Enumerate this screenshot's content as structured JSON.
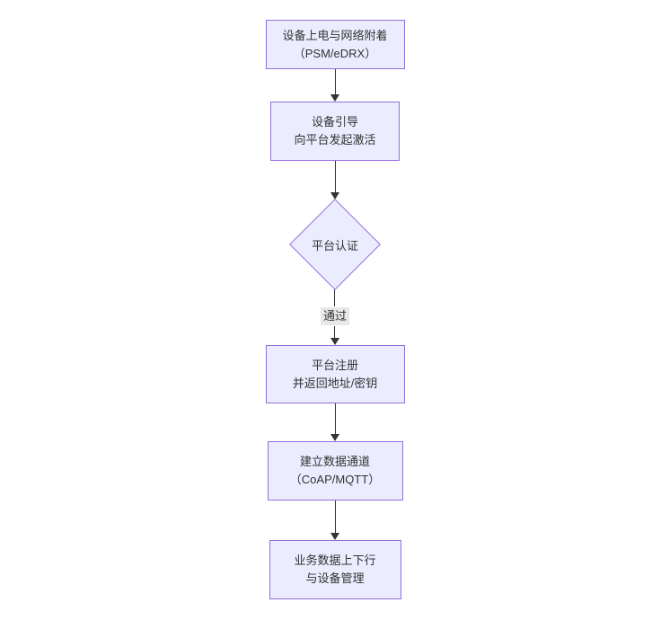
{
  "diagram": {
    "type": "flowchart",
    "direction": "top-down",
    "colors": {
      "background": "#ffffff",
      "node_fill": "#ECECFF",
      "node_border": "#9370DB",
      "text": "#333333",
      "arrow": "#333333",
      "edge_label_bg": "#e8e8e8"
    },
    "nodes": [
      {
        "id": "power-attach",
        "shape": "rect",
        "lines": [
          "设备上电与网络附着",
          "（PSM/eDRX）"
        ]
      },
      {
        "id": "bootstrap",
        "shape": "rect",
        "lines": [
          "设备引导",
          "向平台发起激活"
        ]
      },
      {
        "id": "platform-auth",
        "shape": "diamond",
        "lines": [
          "平台认证"
        ]
      },
      {
        "id": "platform-register",
        "shape": "rect",
        "lines": [
          "平台注册",
          "并返回地址/密钥"
        ]
      },
      {
        "id": "data-channel",
        "shape": "rect",
        "lines": [
          "建立数据通道",
          "（CoAP/MQTT）"
        ]
      },
      {
        "id": "business-data",
        "shape": "rect",
        "lines": [
          "业务数据上下行",
          "与设备管理"
        ]
      }
    ],
    "edges": [
      {
        "from": "power-attach",
        "to": "bootstrap",
        "label": ""
      },
      {
        "from": "bootstrap",
        "to": "platform-auth",
        "label": ""
      },
      {
        "from": "platform-auth",
        "to": "platform-register",
        "label": "通过"
      },
      {
        "from": "platform-register",
        "to": "data-channel",
        "label": ""
      },
      {
        "from": "data-channel",
        "to": "business-data",
        "label": ""
      }
    ]
  }
}
